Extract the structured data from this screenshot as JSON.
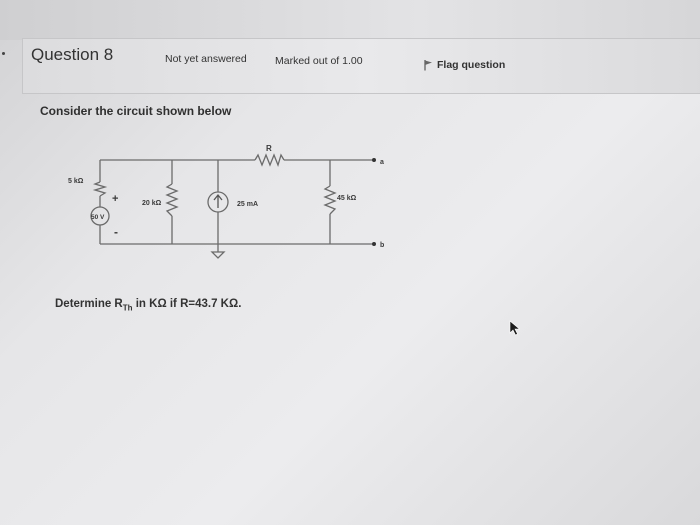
{
  "header": {
    "question_title": "Question 8",
    "status": "Not yet answered",
    "marks": "Marked out of 1.00",
    "flag_label": "Flag question"
  },
  "prompt": "Consider the circuit shown below",
  "circuit": {
    "r_label": "R",
    "r5_label": "5 kΩ",
    "plus_sign": "+",
    "minus_sign": "-",
    "vsrc_label": "50 V",
    "r20_label": "20 kΩ",
    "isrc_label": "25 mA",
    "r45_label": "45 kΩ",
    "term_a": "a",
    "term_b": "b"
  },
  "question": {
    "part1": "Determine R",
    "sub": "Th",
    "part2": " in KΩ  if R=43.7 KΩ."
  },
  "icons": [
    "flag-icon",
    "mouse-pointer-icon",
    "current-arrow-icon",
    "ground-icon"
  ]
}
